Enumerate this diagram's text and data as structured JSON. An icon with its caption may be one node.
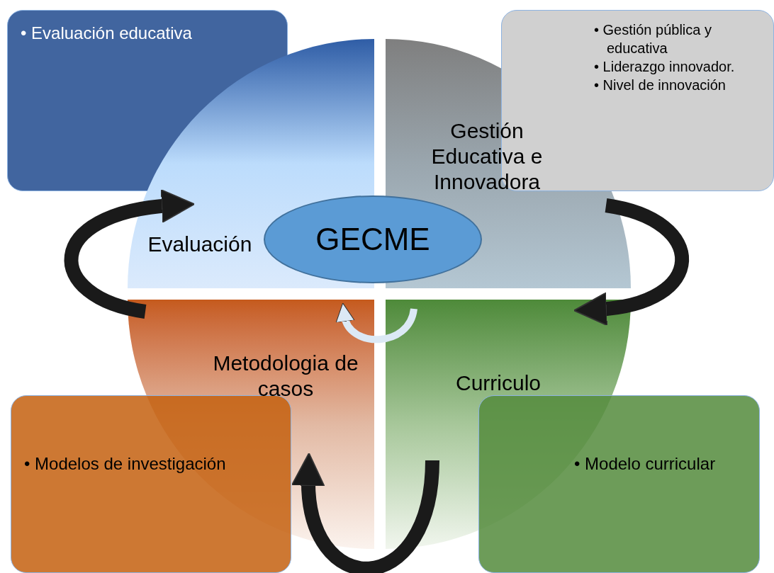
{
  "diagram": {
    "nodes": [
      {
        "text": [
          "• Evaluación educativa"
        ]
      },
      {
        "text": [
          "Evaluación"
        ]
      },
      {
        "text": [
          "Gestión Educativa e Innovadora"
        ]
      },
      {
        "text": [
          "• Gestión pública y educativa",
          "• Liderazgo innovador.",
          "• Nivel de innovación"
        ]
      },
      {
        "text": [
          "GECME"
        ]
      },
      {
        "text": [
          "Metodologia de casos"
        ]
      },
      {
        "text": [
          "Curriculo"
        ]
      },
      {
        "text": [
          "• Modelos de investigación"
        ]
      },
      {
        "text": [
          "• Modelo curricular"
        ]
      }
    ],
    "edges": [
      {
        "from": 5,
        "to": 1,
        "arrow": "to"
      },
      {
        "from": 2,
        "to": 6,
        "arrow": "to"
      },
      {
        "from": 6,
        "to": 5,
        "arrow": "to"
      },
      {
        "from": 6,
        "to": 5,
        "arrow": "to",
        "color": "#dce9f5"
      }
    ]
  }
}
